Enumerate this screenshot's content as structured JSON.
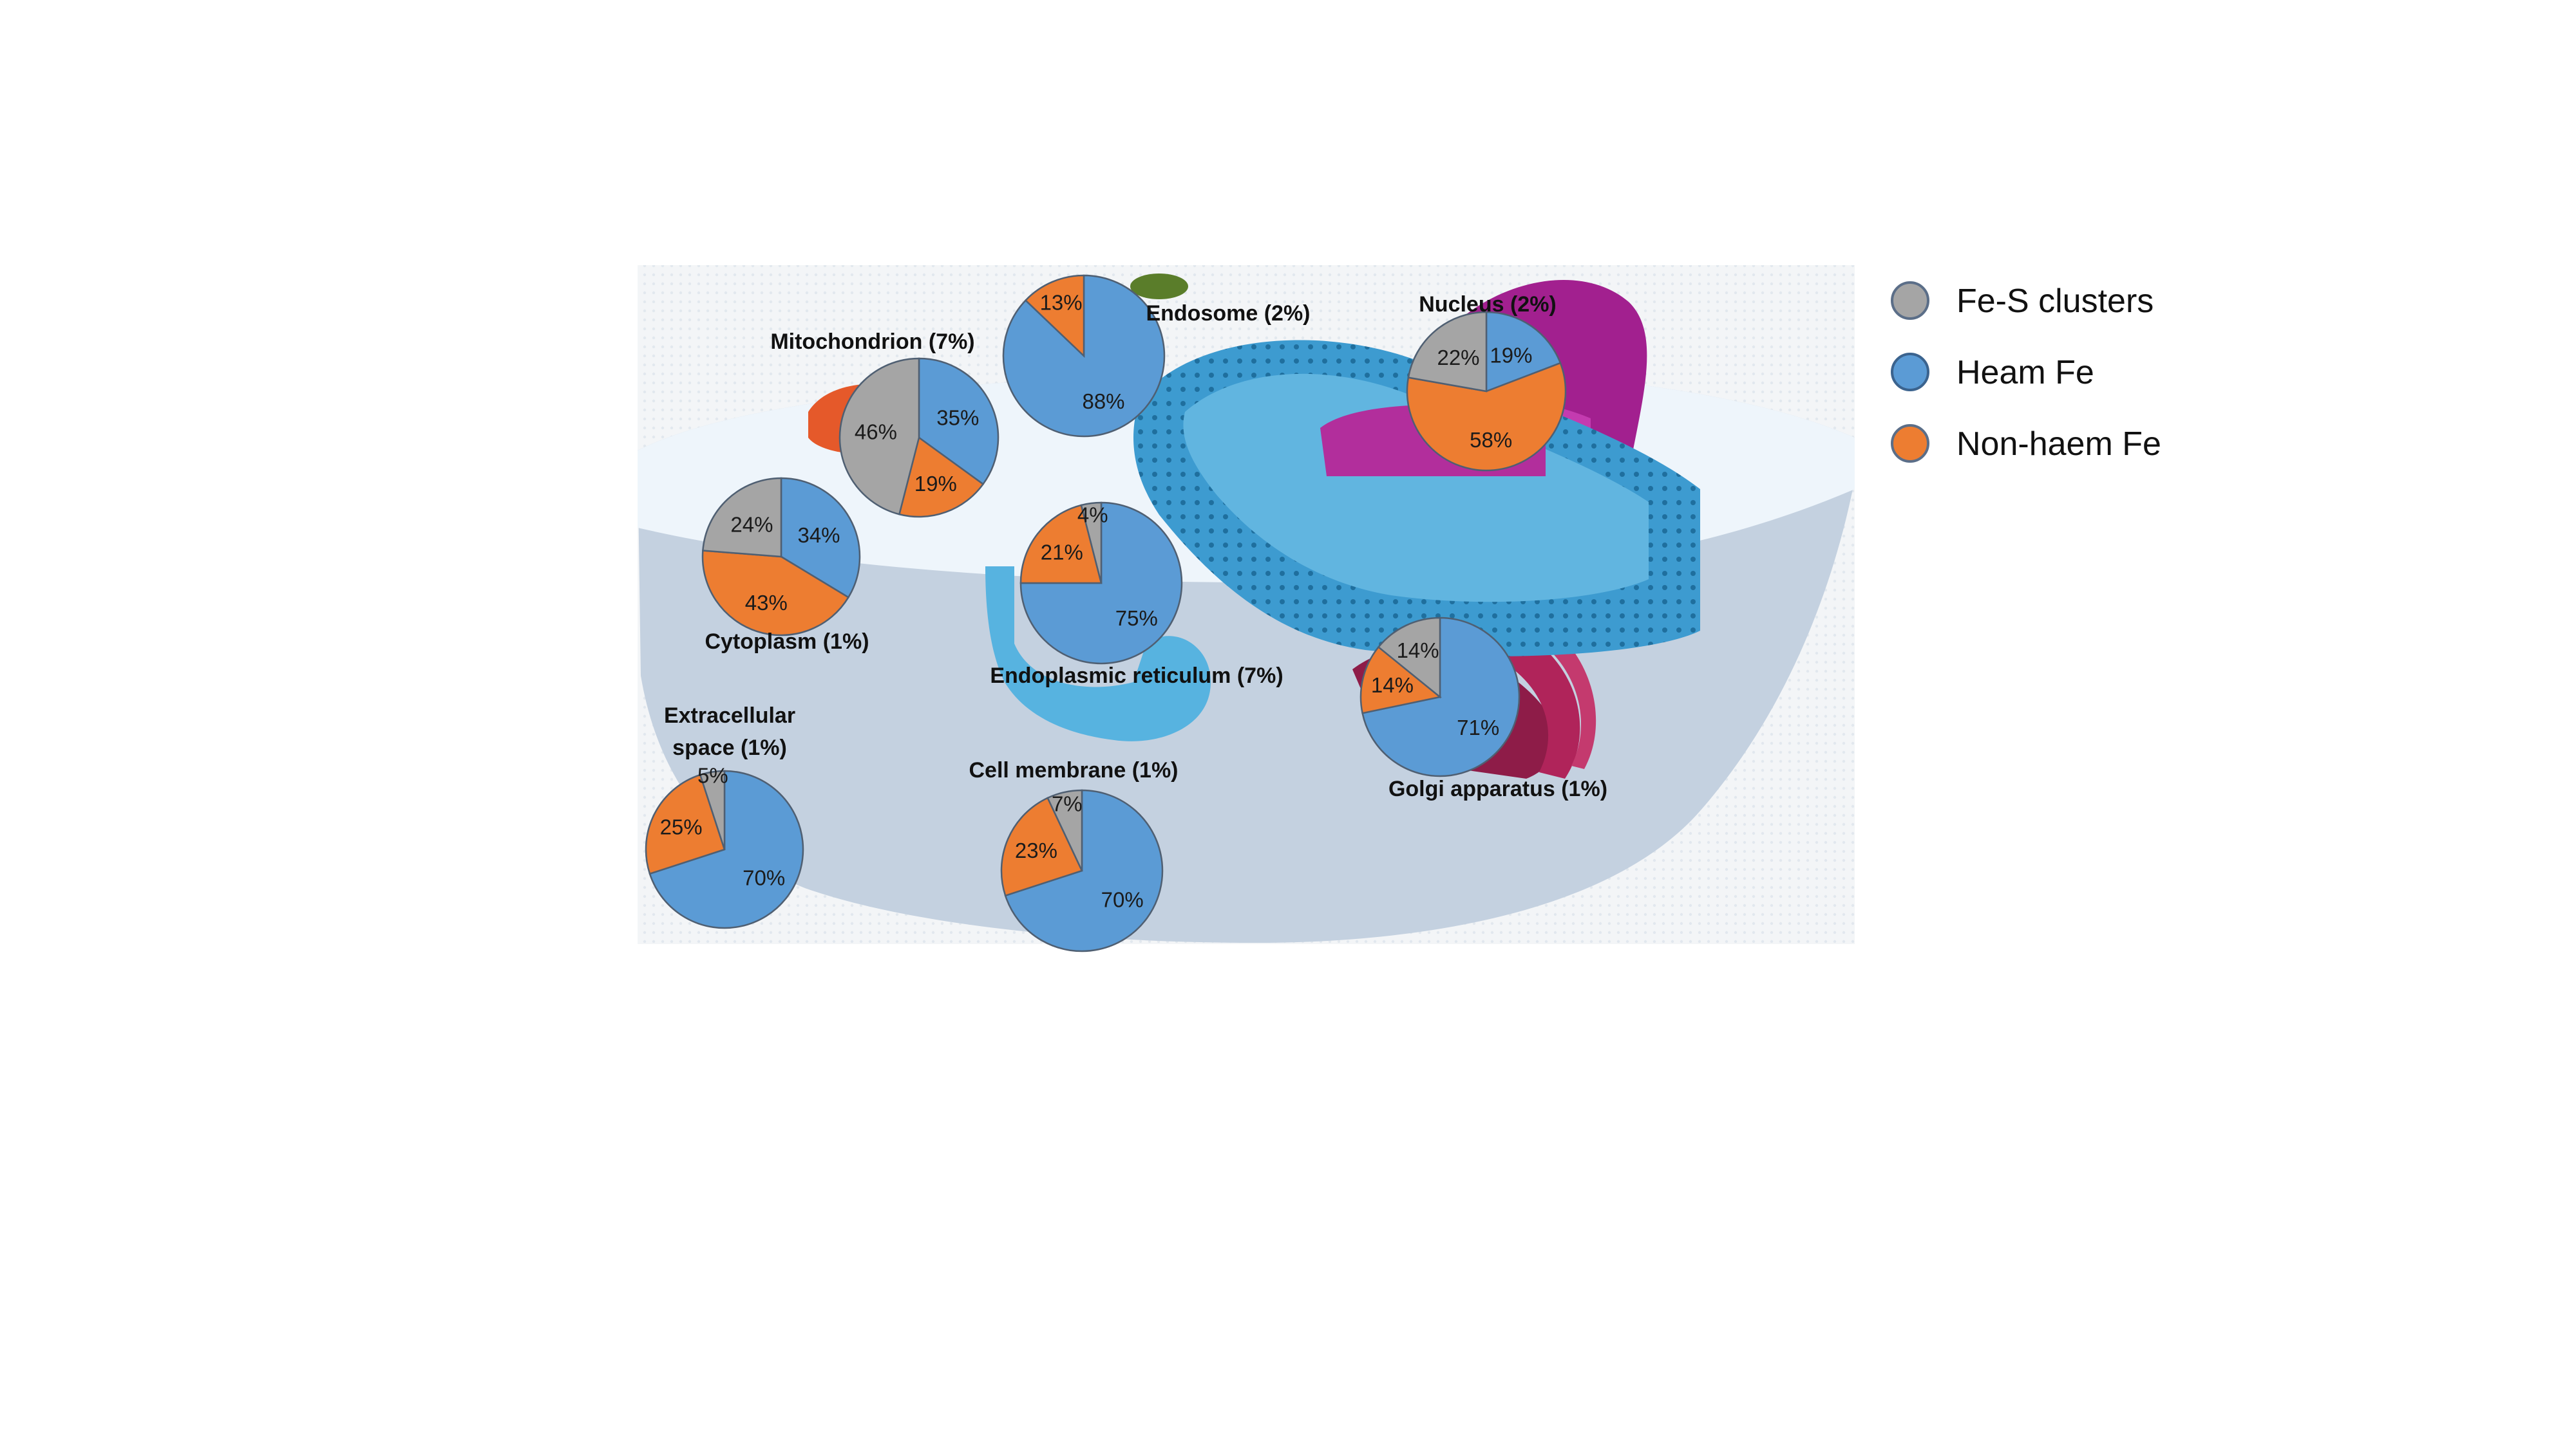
{
  "chart_data": [
    {
      "type": "pie",
      "title": "Nucleus (2%)",
      "categories": [
        "Heam Fe",
        "Non-haem Fe",
        "Fe-S clusters"
      ],
      "values": [
        19,
        58,
        22
      ],
      "labels": [
        "19%",
        "58%",
        "22%"
      ]
    },
    {
      "type": "pie",
      "title": "Endosome (2%)",
      "categories": [
        "Heam Fe",
        "Non-haem Fe"
      ],
      "values": [
        88,
        13
      ],
      "labels": [
        "88%",
        "13%"
      ]
    },
    {
      "type": "pie",
      "title": "Mitochondrion (7%)",
      "categories": [
        "Heam Fe",
        "Non-haem Fe",
        "Fe-S clusters"
      ],
      "values": [
        35,
        19,
        46
      ],
      "labels": [
        "35%",
        "19%",
        "46%"
      ]
    },
    {
      "type": "pie",
      "title": "Cytoplasm (1%)",
      "categories": [
        "Heam Fe",
        "Non-haem Fe",
        "Fe-S clusters"
      ],
      "values": [
        34,
        43,
        24
      ],
      "labels": [
        "34%",
        "43%",
        "24%"
      ]
    },
    {
      "type": "pie",
      "title": "Endoplasmic reticulum (7%)",
      "categories": [
        "Heam Fe",
        "Non-haem Fe",
        "Fe-S clusters"
      ],
      "values": [
        75,
        21,
        4
      ],
      "labels": [
        "75%",
        "21%",
        "4%"
      ]
    },
    {
      "type": "pie",
      "title": "Golgi apparatus (1%)",
      "categories": [
        "Heam Fe",
        "Non-haem Fe",
        "Fe-S clusters"
      ],
      "values": [
        71,
        14,
        14
      ],
      "labels": [
        "71%",
        "14%",
        "14%"
      ]
    },
    {
      "type": "pie",
      "title": "Extracellular space (1%)",
      "categories": [
        "Heam Fe",
        "Non-haem Fe",
        "Fe-S clusters"
      ],
      "values": [
        70,
        25,
        5
      ],
      "labels": [
        "70%",
        "25%",
        "5%"
      ]
    },
    {
      "type": "pie",
      "title": "Cell membrane (1%)",
      "categories": [
        "Heam Fe",
        "Non-haem Fe",
        "Fe-S clusters"
      ],
      "values": [
        70,
        23,
        7
      ],
      "labels": [
        "70%",
        "23%",
        "7%"
      ]
    }
  ],
  "legend": {
    "placement": "right",
    "entries": [
      {
        "label": "Fe-S clusters",
        "color": "#a5a5a5"
      },
      {
        "label": "Heam Fe",
        "color": "#5b9bd5"
      },
      {
        "label": "Non-haem Fe",
        "color": "#ed7d31"
      }
    ]
  },
  "colors": {
    "Heam Fe": "#5b9bd5",
    "Non-haem Fe": "#ed7d31",
    "Fe-S clusters": "#a5a5a5"
  }
}
